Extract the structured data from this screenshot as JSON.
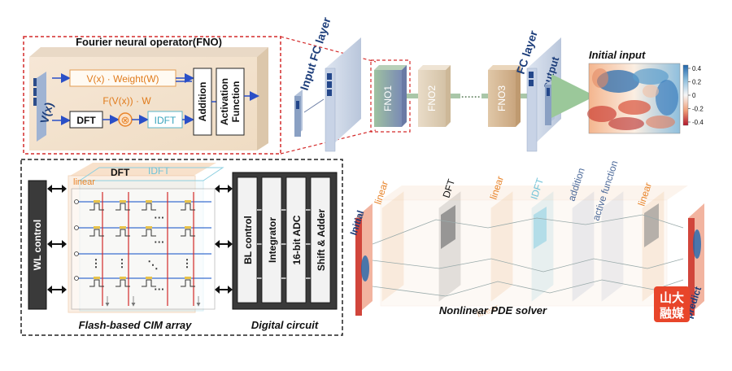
{
  "fno_box": {
    "title": "Fourier neural operator(FNO)",
    "vx": "V(x)",
    "top_formula": "V(x) · Weight(W)",
    "mid_formula": "F(V(x)) · W",
    "dft": "DFT",
    "idft": "IDFT",
    "addition": "Addition",
    "activation_line1": "Activation",
    "activation_line2": "Function",
    "mult_symbol": "⊗"
  },
  "pipeline": {
    "input_fc": "Input FC layer",
    "fno1": "FNO1",
    "fno2": "FNO2",
    "dots": "······",
    "fno3": "FNO3",
    "fc_layer": "FC layer",
    "output": "output"
  },
  "heatmap": {
    "title": "Initial input",
    "ticks": [
      "0.4",
      "0.2",
      "0",
      "-0.2",
      "-0.4"
    ],
    "colors": {
      "high": "#2166ac",
      "mid": "#f7f7f7",
      "low": "#b2182b"
    }
  },
  "cim": {
    "wl_control": "WL control",
    "dft": "DFT",
    "idft": "IDFT",
    "linear": "linear",
    "array_caption": "Flash-based CIM array",
    "digital_caption": "Digital circuit",
    "blocks": [
      "BL control",
      "Integrator",
      "16-bit ADC",
      "Shift & Adder"
    ],
    "dots": "···"
  },
  "solver": {
    "initial": "Initial",
    "linear_left": "linear",
    "dft": "DFT",
    "linear_mid": "linear",
    "idft": "IDFT",
    "addition": "addition",
    "active_function": "active function",
    "linear_right": "linear",
    "linear_bottom": "linear",
    "caption": "Nonlinear PDE solver",
    "predict": "predict"
  },
  "watermark": {
    "line1": "山大",
    "line2": "融媒"
  }
}
